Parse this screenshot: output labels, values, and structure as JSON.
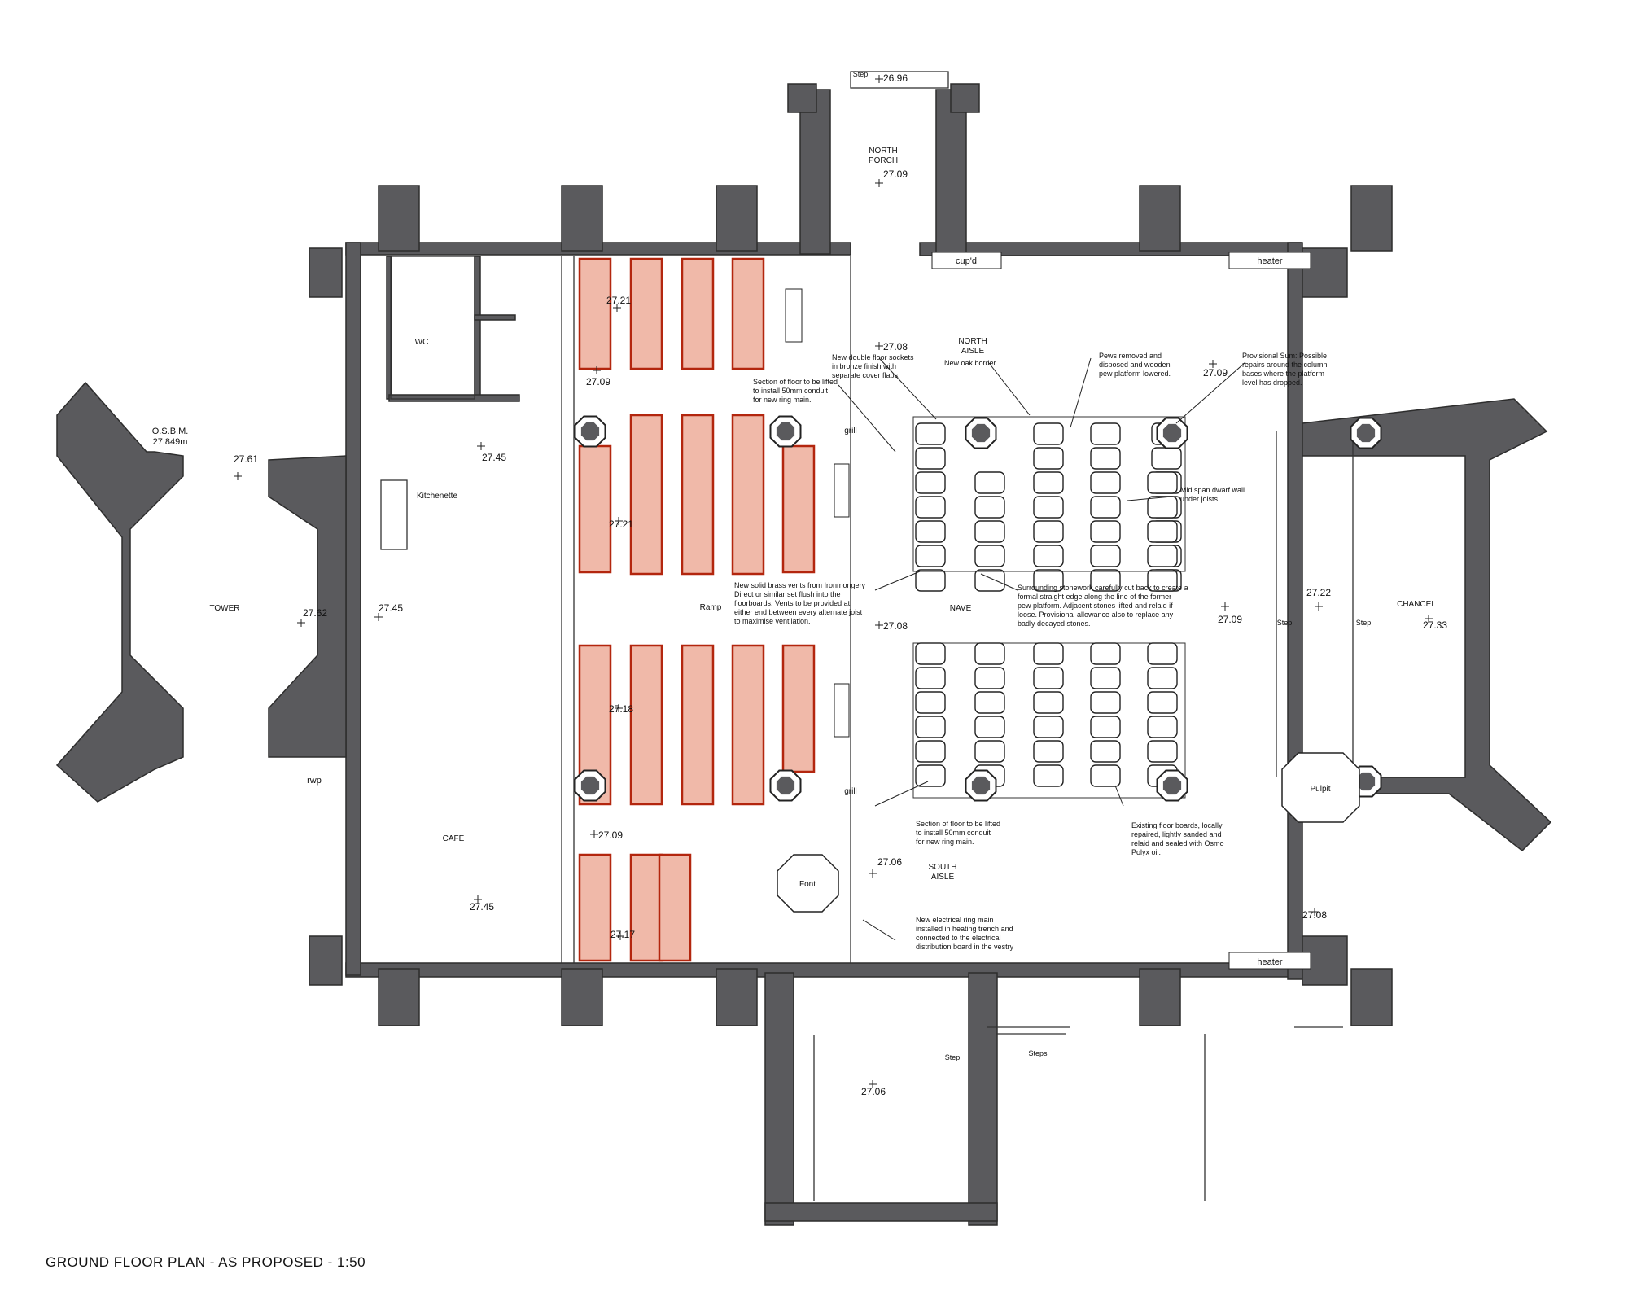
{
  "title": "GROUND FLOOR PLAN - AS PROPOSED - 1:50",
  "colors": {
    "wall": "#5a5a5d",
    "pew_fill": "#f0b9a9",
    "pew_edge": "#b3260e",
    "line": "#222222"
  },
  "rooms": {
    "north_porch": "NORTH\nPORCH",
    "wc": "WC",
    "kitchenette": "Kitchenette",
    "tower": "TOWER",
    "cafe": "CAFE",
    "north_aisle": "NORTH\nAISLE",
    "nave": "NAVE",
    "south_aisle": "SOUTH\nAISLE",
    "chancel": "CHANCEL",
    "pulpit": "Pulpit",
    "font": "Font"
  },
  "fixtures": {
    "cupd": "cup'd",
    "heater": "heater",
    "grill": "grill",
    "ramp": "Ramp",
    "step": "Step",
    "steps": "Steps",
    "rwp": "rwp",
    "osbm": "O.S.B.M.\n27.849m"
  },
  "levels": [
    "26.96",
    "27.09",
    "27.21",
    "27.09",
    "27.08",
    "27.09",
    "27.45",
    "27.21",
    "27.61",
    "27.62",
    "27.45",
    "27.08",
    "27.09",
    "27.22",
    "27.33",
    "27.18",
    "27.09",
    "27.06",
    "27.45",
    "27.17",
    "27.08",
    "27.06"
  ],
  "notes": [
    "New double floor sockets\nin bronze finish with\nseparate cover flaps.",
    "New oak border.",
    "Pews removed and\ndisposed and wooden\npew platform lowered.",
    "Provisional Sum: Possible\nrepairs around the column\nbases where the platform\nlevel has dropped.",
    "Section of floor to be lifted\nto install 50mm conduit\nfor new ring main.",
    "Mid span dwarf wall\nunder joists.",
    "New solid brass vents from Ironmongery\nDirect or similar set flush into the\nfloorboards. Vents to be provided at\neither end between every alternate joist\nto maximise ventilation.",
    "Surrounding stonework carefully cut back to create a\nformal straight edge along the line of the former\npew platform. Adjacent stones lifted and relaid if\nloose. Provisional allowance also to replace any\nbadly decayed stones.",
    "Section of floor to be lifted\nto install 50mm conduit\nfor new ring main.",
    "Existing floor boards, locally\nrepaired, lightly sanded and\nrelaid and sealed with Osmo\nPolyx oil.",
    "New electrical ring main\ninstalled in heating trench and\nconnected to the electrical\ndistribution board in the vestry"
  ]
}
